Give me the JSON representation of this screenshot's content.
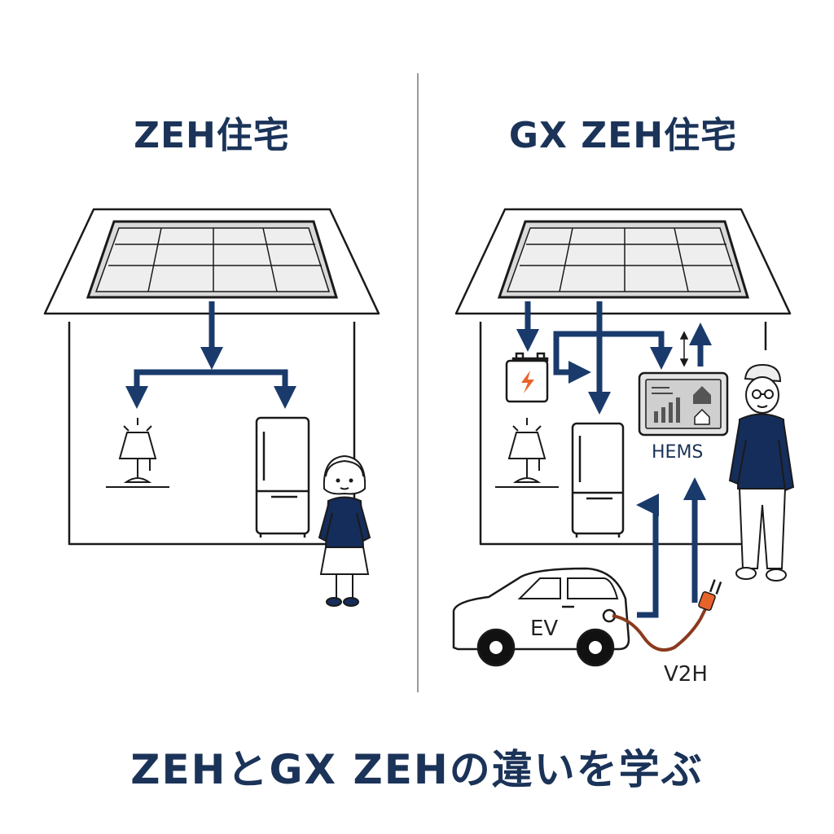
{
  "diagram": {
    "left_panel": {
      "title": "ZEH住宅"
    },
    "right_panel": {
      "title": "GX ZEH住宅",
      "hems_label": "HEMS",
      "ev_label": "EV",
      "v2h_label": "V2H"
    },
    "footer_title": "ZEHとGX ZEHの違いを学ぶ"
  },
  "colors": {
    "navy": "#1b3358",
    "arrow": "#1a3a6b",
    "orange": "#e8632a",
    "cable": "#8b3a1e",
    "outline": "#1a1a1a",
    "panel_fill": "#d9d9d9"
  },
  "icons": [
    "solar-panel-icon",
    "lamp-icon",
    "refrigerator-icon",
    "battery-icon",
    "hems-monitor-icon",
    "ev-car-icon",
    "charging-plug-icon",
    "girl-figure",
    "elderly-man-figure"
  ]
}
